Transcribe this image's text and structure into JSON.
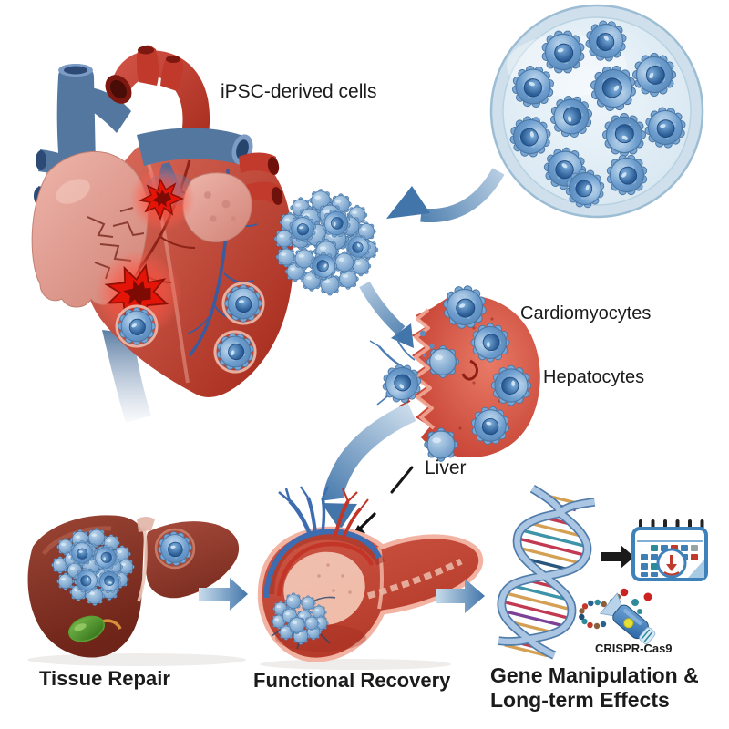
{
  "labels": {
    "ipsc": "iPSC-derived cells",
    "cardiomyocytes": "Cardiomyocytes",
    "hepatocytes": "Hepatocytes",
    "liver": "Liver",
    "tissue_repair": "Tissue Repair",
    "functional_recovery": "Functional Recovery",
    "gene_line1": "Gene Manipulation &",
    "gene_line2": "Long-term Effects",
    "crispr": "CRISPR-Cas9"
  },
  "icons": [
    "heart-illustration",
    "petri-dish-icon",
    "cell-cluster-icon",
    "tissue-graft-icon",
    "tissue-repair-liver-icon",
    "functional-recovery-liver-icon",
    "dna-helix-icon",
    "calendar-icon",
    "guide-rna-icon",
    "cas9-device-icon",
    "flow-arrow"
  ],
  "colors": {
    "background": "#ffffff",
    "heart_light": "#dd7060",
    "heart_dark": "#a62b1c",
    "atrium_light": "#eeb5aa",
    "atrium_dark": "#d4887c",
    "vein_blue": "#54779f",
    "lesion_red": "#e41408",
    "cell_blue": "#6d9ecf",
    "nucleus_blue": "#2d5f98",
    "arrow_light": "#c9dcec",
    "arrow_dark": "#4276aa",
    "liver_dark_light": "#9c4636",
    "liver_dark_deep": "#6e2418",
    "recovery_light": "#d05847",
    "recovery_deep": "#b23726",
    "gallbladder_green": "#58a032",
    "dna_strand": "#aac6e2",
    "rung_gold": "#d4a054",
    "rung_red": "#c23a52",
    "rung_teal": "#3d94a8",
    "rung_purple": "#7b4397",
    "rung_navy": "#28567d",
    "calendar_blue": "#3f82ba",
    "text_black": "#1b1b1b"
  }
}
